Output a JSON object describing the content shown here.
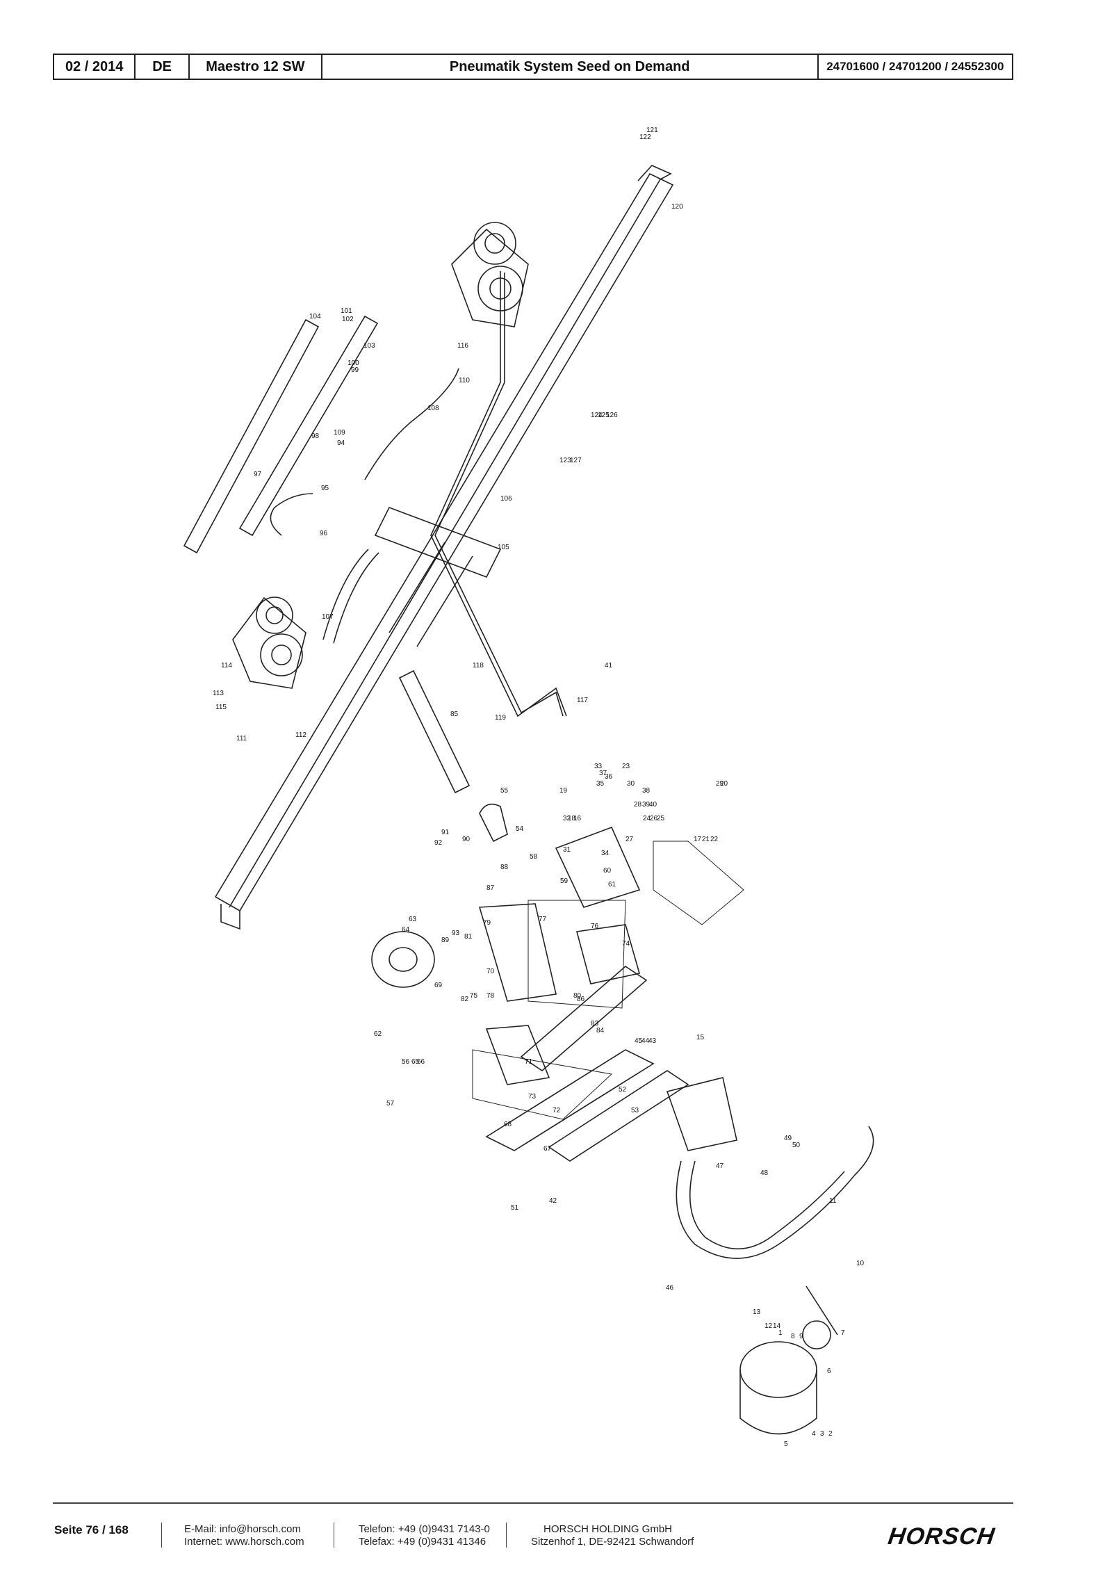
{
  "header": {
    "date": "02 / 2014",
    "lang": "DE",
    "model": "Maestro 12 SW",
    "title": "Pneumatik System Seed on Demand",
    "part_numbers": "24701600 / 24701200 / 24552300"
  },
  "drawing": {
    "callouts": [
      "1",
      "2",
      "3",
      "4",
      "5",
      "6",
      "7",
      "8",
      "9",
      "10",
      "11",
      "12",
      "13",
      "14",
      "15",
      "16",
      "17",
      "18",
      "19",
      "20",
      "21",
      "22",
      "23",
      "24",
      "25",
      "26",
      "27",
      "28",
      "29",
      "30",
      "31",
      "32",
      "33",
      "34",
      "35",
      "36",
      "37",
      "38",
      "39",
      "40",
      "41",
      "42",
      "43",
      "44",
      "45",
      "46",
      "47",
      "48",
      "49",
      "50",
      "51",
      "52",
      "53",
      "54",
      "55",
      "56",
      "57",
      "58",
      "59",
      "60",
      "61",
      "62",
      "63",
      "64",
      "65",
      "66",
      "67",
      "68",
      "69",
      "70",
      "71",
      "72",
      "73",
      "74",
      "75",
      "76",
      "77",
      "78",
      "79",
      "80",
      "81",
      "82",
      "83",
      "84",
      "85",
      "86",
      "87",
      "88",
      "89",
      "90",
      "91",
      "92",
      "93",
      "94",
      "95",
      "96",
      "97",
      "98",
      "99",
      "100",
      "101",
      "102",
      "103",
      "104",
      "105",
      "106",
      "107",
      "108",
      "109",
      "110",
      "111",
      "112",
      "113",
      "114",
      "115",
      "116",
      "117",
      "118",
      "119",
      "120",
      "121",
      "122",
      "123",
      "124",
      "125",
      "126",
      "127"
    ]
  },
  "footer": {
    "page": "Seite 76 / 168",
    "email": "E-Mail: info@horsch.com",
    "internet": "Internet: www.horsch.com",
    "phone": "Telefon: +49 (0)9431 7143-0",
    "fax": "Telefax: +49 (0)9431 41346",
    "company": "HORSCH HOLDING GmbH",
    "address": "Sitzenhof 1, DE-92421 Schwandorf",
    "logo": "HORSCH"
  }
}
